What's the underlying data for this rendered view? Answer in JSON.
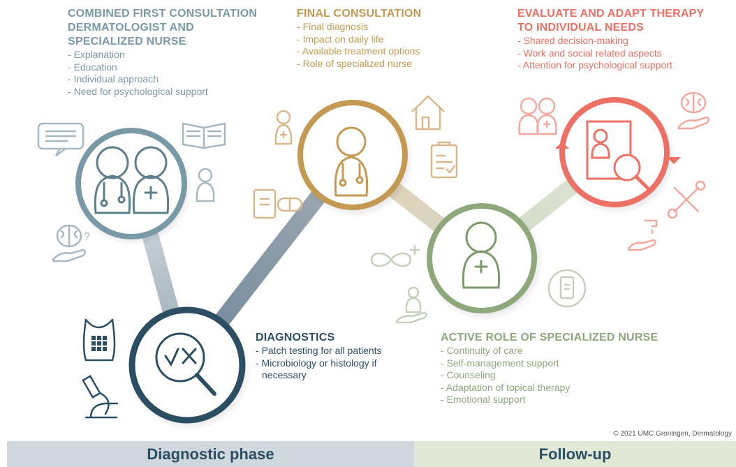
{
  "blocks": {
    "first": {
      "title_lines": [
        "COMBINED FIRST CONSULTATION",
        "DERMATOLOGIST AND",
        "SPECIALIZED NURSE"
      ],
      "items": [
        "Explanation",
        "Education",
        "Individual approach",
        "Need for psychological support"
      ]
    },
    "final": {
      "title_lines": [
        "FINAL CONSULTATION"
      ],
      "items": [
        "Final diagnosis",
        "Impact on daily life",
        "Available treatment options",
        "Role of specialized nurse"
      ]
    },
    "evaluate": {
      "title_lines": [
        "EVALUATE AND ADAPT THERAPY",
        "TO INDIVIDUAL NEEDS"
      ],
      "items": [
        "Shared decision-making",
        "Work and social related aspects",
        "Attention for psychological support"
      ]
    },
    "diagnostics": {
      "title_lines": [
        "DIAGNOSTICS"
      ],
      "items": [
        "Patch testing for all patients",
        "Microbiology or histology if",
        "necessary"
      ]
    },
    "active": {
      "title_lines": [
        "ACTIVE ROLE OF SPECIALIZED NURSE"
      ],
      "items": [
        "Continuity of care",
        "Self-management support",
        "Counseling",
        "Adaptation of topical therapy",
        "Emotional support"
      ]
    }
  },
  "colors": {
    "blue_grey": "#7a99a6",
    "gold": "#c49a52",
    "coral": "#ec7063",
    "navy": "#2b4e63",
    "sage": "#8ea77b"
  },
  "icons": [
    "chat-bubble-icon",
    "open-book-icon",
    "person-icon",
    "brain-hand-icon",
    "dermatologist-nurse-icon",
    "magnifier-check-x-icon",
    "patch-test-back-icon",
    "microscope-icon",
    "nurse-small-icon",
    "cream-tube-icon",
    "pill-icon",
    "doctor-icon",
    "house-icon",
    "clipboard-icon",
    "nurse-icon",
    "infinity-plus-icon",
    "person-hand-icon",
    "cream-cycle-icon",
    "duo-small-icon",
    "brain-hand-icon",
    "tools-icon",
    "washing-hands-icon",
    "evaluate-cycle-icon"
  ],
  "copyright": "© 2021 UMC Groningen, Dermatology",
  "footer": {
    "left": "Diagnostic phase",
    "right": "Follow-up"
  }
}
